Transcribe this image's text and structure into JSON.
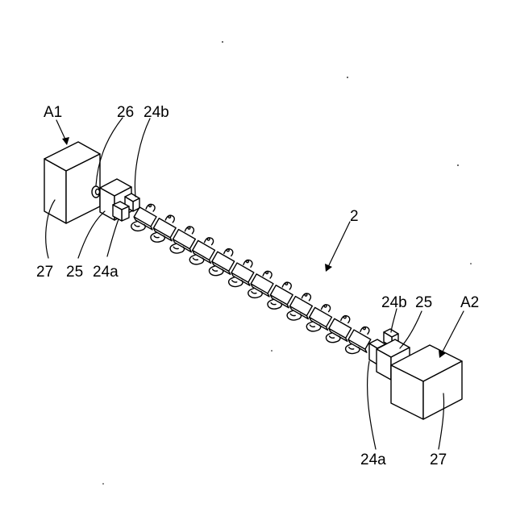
{
  "labels": {
    "a1": "A1",
    "a2": "A2",
    "n26": "26",
    "n24b_left": "24b",
    "n24b_right": "24b",
    "n25_left": "25",
    "n25_right": "25",
    "n24a_left": "24a",
    "n24a_right": "24a",
    "n27_left": "27",
    "n27_right": "27",
    "n2": "2"
  },
  "chain": {
    "segment_count": 12
  }
}
